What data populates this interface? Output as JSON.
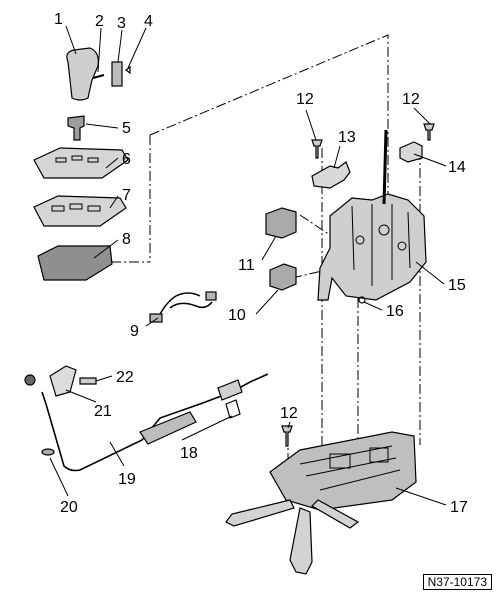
{
  "figure_ref": "N37-10173",
  "callouts": [
    {
      "id": "c1",
      "label": "1"
    },
    {
      "id": "c2",
      "label": "2"
    },
    {
      "id": "c3",
      "label": "3"
    },
    {
      "id": "c4",
      "label": "4"
    },
    {
      "id": "c5",
      "label": "5"
    },
    {
      "id": "c6",
      "label": "6"
    },
    {
      "id": "c7",
      "label": "7"
    },
    {
      "id": "c8",
      "label": "8"
    },
    {
      "id": "c9",
      "label": "9"
    },
    {
      "id": "c10",
      "label": "10"
    },
    {
      "id": "c11",
      "label": "11"
    },
    {
      "id": "c12a",
      "label": "12"
    },
    {
      "id": "c12b",
      "label": "12"
    },
    {
      "id": "c12c",
      "label": "12"
    },
    {
      "id": "c13",
      "label": "13"
    },
    {
      "id": "c14",
      "label": "14"
    },
    {
      "id": "c15",
      "label": "15"
    },
    {
      "id": "c16",
      "label": "16"
    },
    {
      "id": "c17",
      "label": "17"
    },
    {
      "id": "c18",
      "label": "18"
    },
    {
      "id": "c19",
      "label": "19"
    },
    {
      "id": "c20",
      "label": "20"
    },
    {
      "id": "c21",
      "label": "21"
    },
    {
      "id": "c22",
      "label": "22"
    }
  ]
}
